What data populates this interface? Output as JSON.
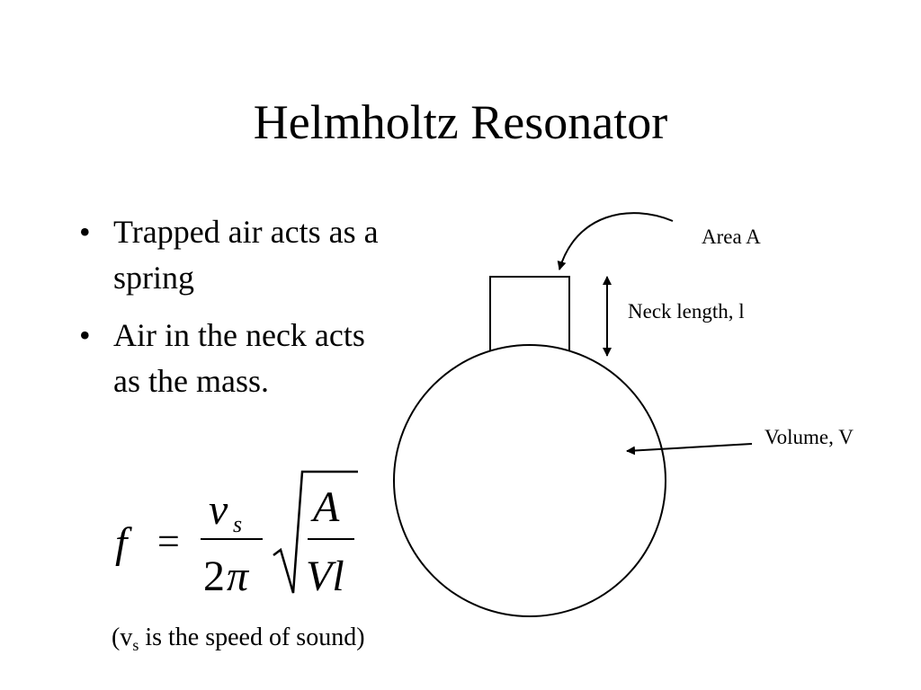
{
  "slide": {
    "title": "Helmholtz Resonator",
    "bullets": [
      {
        "text": "Trapped air acts as a spring"
      },
      {
        "text": "Air in the neck acts as the mass."
      }
    ],
    "bullet_symbol": "•"
  },
  "formula": {
    "lhs": "f",
    "equals": "=",
    "numerator_symbol": "v",
    "numerator_subscript": "s",
    "denominator_number": "2",
    "denominator_symbol": "π",
    "radical_numerator": "A",
    "radical_denominator": "Vl"
  },
  "caption": {
    "open": "(v",
    "subscript": "s",
    "rest": " is the speed of sound)"
  },
  "diagram": {
    "label_area": "Area A",
    "label_neck": "Neck length, l",
    "label_volume": "Volume, V"
  }
}
